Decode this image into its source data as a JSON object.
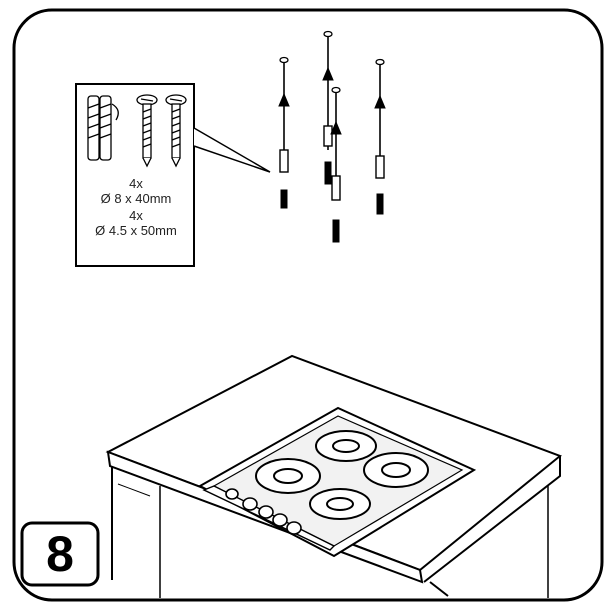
{
  "step": {
    "number": "8"
  },
  "callout": {
    "plug_qty": "4x",
    "plug_size": "Ø 8 x 40mm",
    "screw_qty": "4x",
    "screw_size": "Ø 4.5 x 50mm"
  },
  "icons": [
    "wall-plug-icon",
    "screw-icon",
    "drill-bit-icon",
    "hob-burner-icon",
    "control-knob-icon"
  ],
  "colors": {
    "line": "#000000",
    "fill": "#ffffff",
    "plate": "#f2f2f2"
  }
}
